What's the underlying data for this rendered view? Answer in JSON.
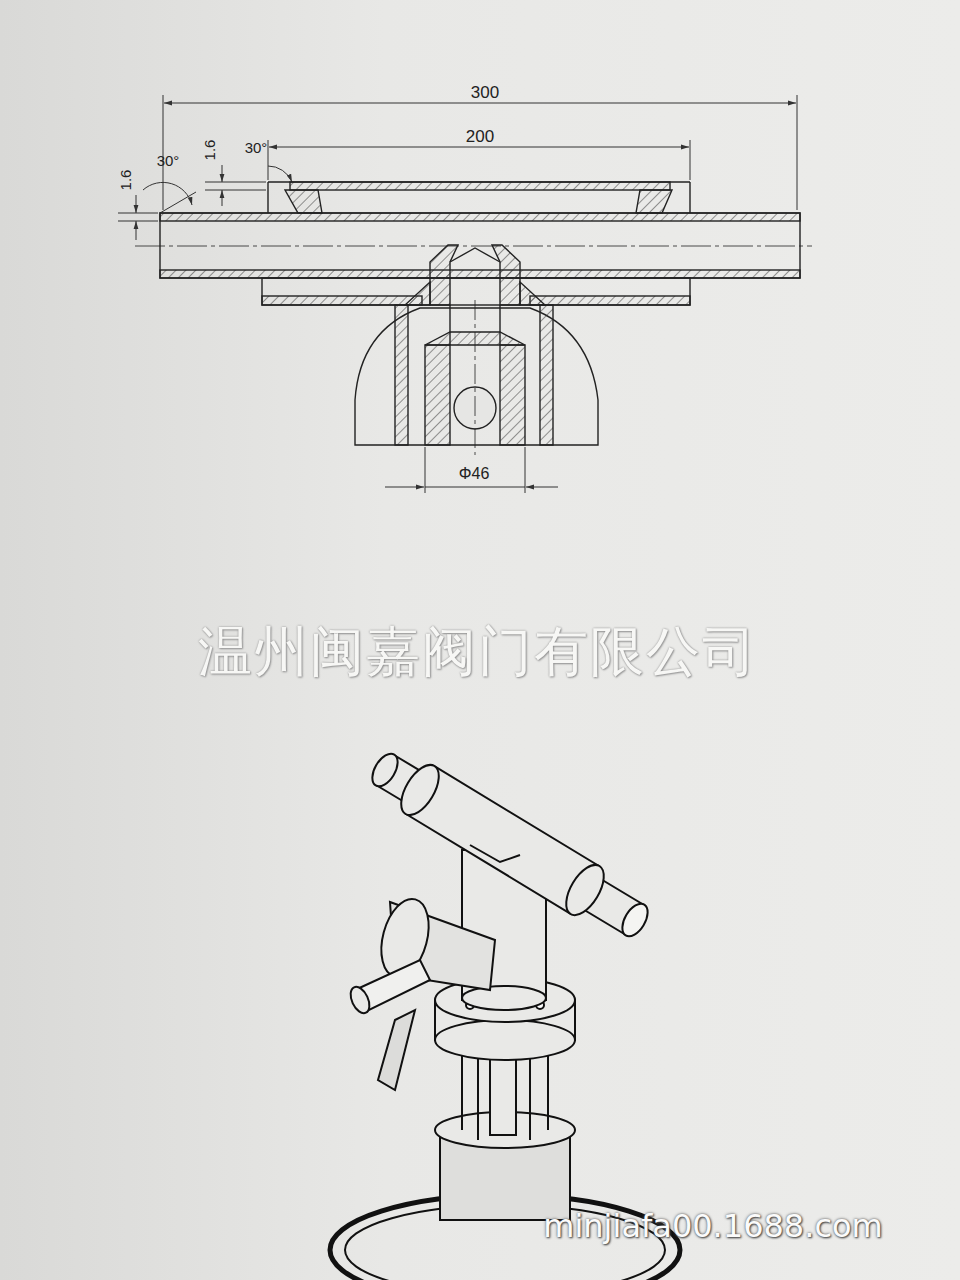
{
  "diagram": {
    "labels": [
      "300",
      "1.6",
      "30°",
      "1.6",
      "30°",
      "200",
      "Φ46",
      "温州闽嘉阀门有限公司",
      "minjiafa00.1688.com"
    ]
  }
}
